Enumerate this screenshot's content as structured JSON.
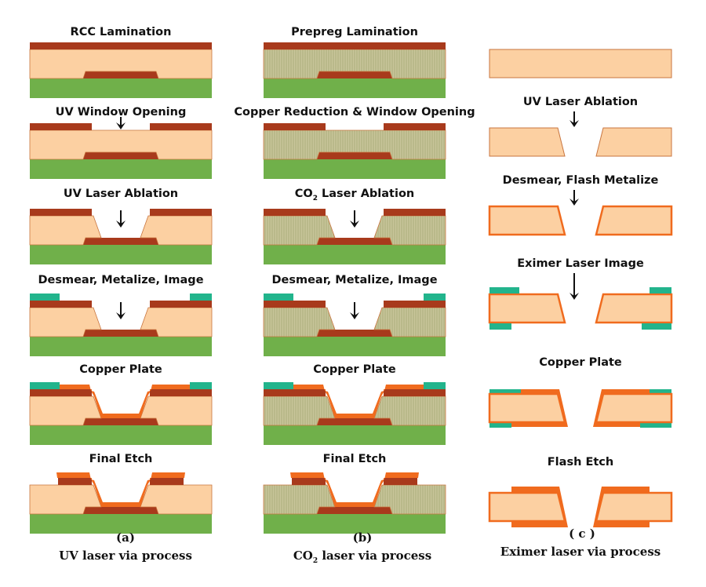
{
  "colors": {
    "copper_foil": "#a83a1c",
    "dielectric_rcc": "#fcd0a2",
    "dielectric_prepreg": "#b9b98a",
    "substrate": "#70b04a",
    "resist": "#22b48c",
    "plated_copper": "#f06b1e",
    "outline": "#c8753f",
    "arrow": "#111111"
  },
  "columns": [
    {
      "id": "a",
      "letter": "(a)",
      "caption": "UV laser via process",
      "dielectric": "rcc",
      "steps": [
        {
          "title": "RCC Lamination",
          "stage": "laminated",
          "arrow": false
        },
        {
          "title": "UV Window Opening",
          "stage": "window",
          "arrow": true
        },
        {
          "title": "UV Laser Ablation",
          "stage": "ablated",
          "arrow": true
        },
        {
          "title": "Desmear, Metalize, Image",
          "stage": "imaged",
          "arrow": true
        },
        {
          "title": "Copper Plate",
          "stage": "plated",
          "arrow": false
        },
        {
          "title": "Final Etch",
          "stage": "etched",
          "arrow": false
        }
      ]
    },
    {
      "id": "b",
      "letter": "(b)",
      "caption_pre": "CO",
      "caption_sub": "2",
      "caption_post": " laser via process",
      "dielectric": "prepreg",
      "steps": [
        {
          "title": "Prepreg Lamination",
          "stage": "laminated",
          "arrow": false
        },
        {
          "title": "Copper Reduction & Window Opening",
          "stage": "window",
          "arrow": false
        },
        {
          "title_pre": "CO",
          "title_sub": "2",
          "title_post": " Laser Ablation",
          "stage": "ablated",
          "arrow": true
        },
        {
          "title": "Desmear, Metalize, Image",
          "stage": "imaged",
          "arrow": true
        },
        {
          "title": "Copper Plate",
          "stage": "plated",
          "arrow": false
        },
        {
          "title": "Final Etch",
          "stage": "etched",
          "arrow": false
        }
      ]
    },
    {
      "id": "c",
      "letter": "( c )",
      "caption": "Eximer laser via process",
      "steps": [
        {
          "title": "",
          "stage": "film",
          "arrow": false
        },
        {
          "title": "UV Laser Ablation",
          "stage": "ablated",
          "arrow": true
        },
        {
          "title": "Desmear, Flash Metalize",
          "stage": "metalized",
          "arrow": true
        },
        {
          "title": "Eximer Laser Image",
          "stage": "imaged",
          "arrow": true
        },
        {
          "title": "Copper Plate",
          "stage": "plated",
          "arrow": false
        },
        {
          "title": "Flash Etch",
          "stage": "etched",
          "arrow": false
        }
      ]
    }
  ]
}
